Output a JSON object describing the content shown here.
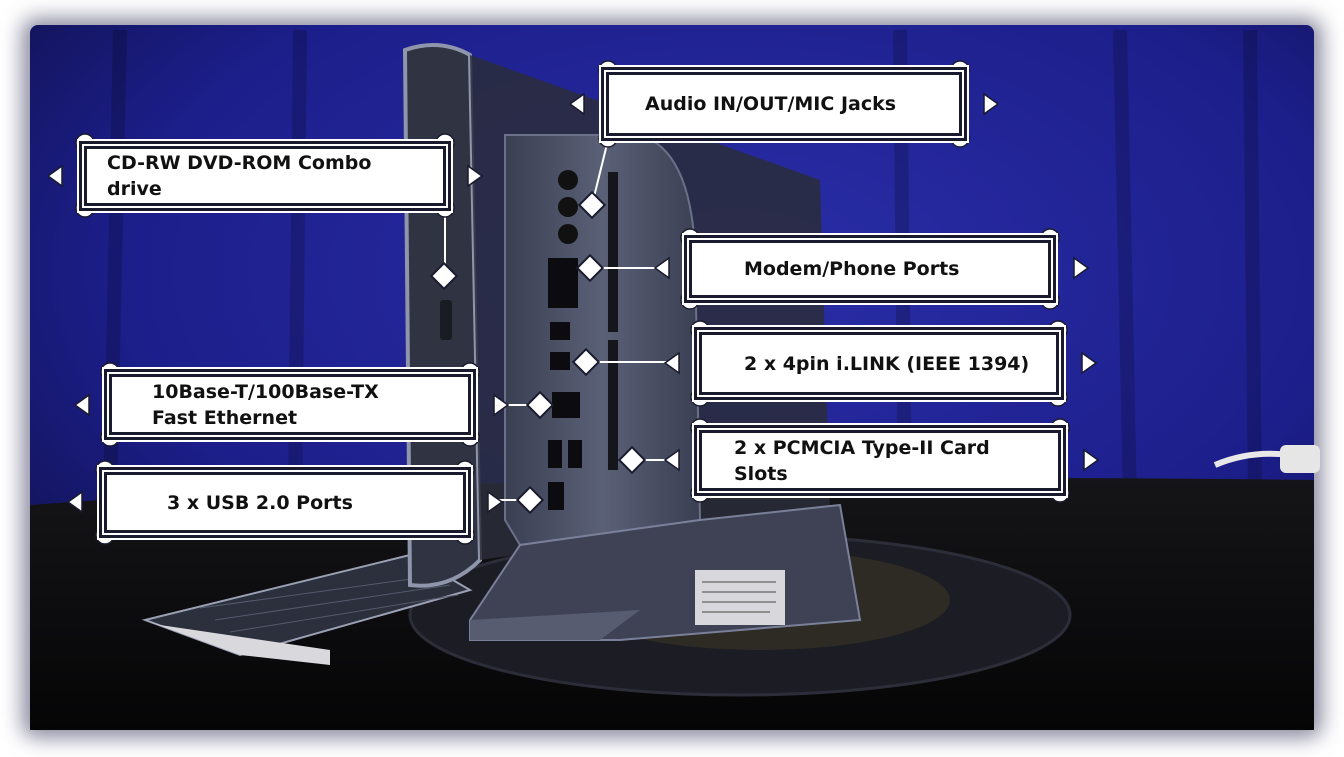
{
  "colors": {
    "backdrop": "#1c1e8a",
    "backdrop_edge": "#0c0d3a",
    "table": "#0a0a0c",
    "device": "#4a5064",
    "label_bg": "#ffffff",
    "label_text": "#111111",
    "frame": "#1a1a2e"
  },
  "labels": {
    "audio": "Audio IN/OUT/MIC Jacks",
    "cdrw": "CD-RW DVD-ROM Combo drive",
    "modem": "Modem/Phone Ports",
    "ilink": "2 x 4pin i.LINK (IEEE 1394)",
    "ethernet": "10Base-T/100Base-TX\nFast Ethernet",
    "pcmcia": "2 x PCMCIA Type-II Card Slots",
    "usb": "3 x USB 2.0 Ports"
  },
  "icons": [
    "ornament-corner-icon",
    "connector-diamond-icon"
  ]
}
